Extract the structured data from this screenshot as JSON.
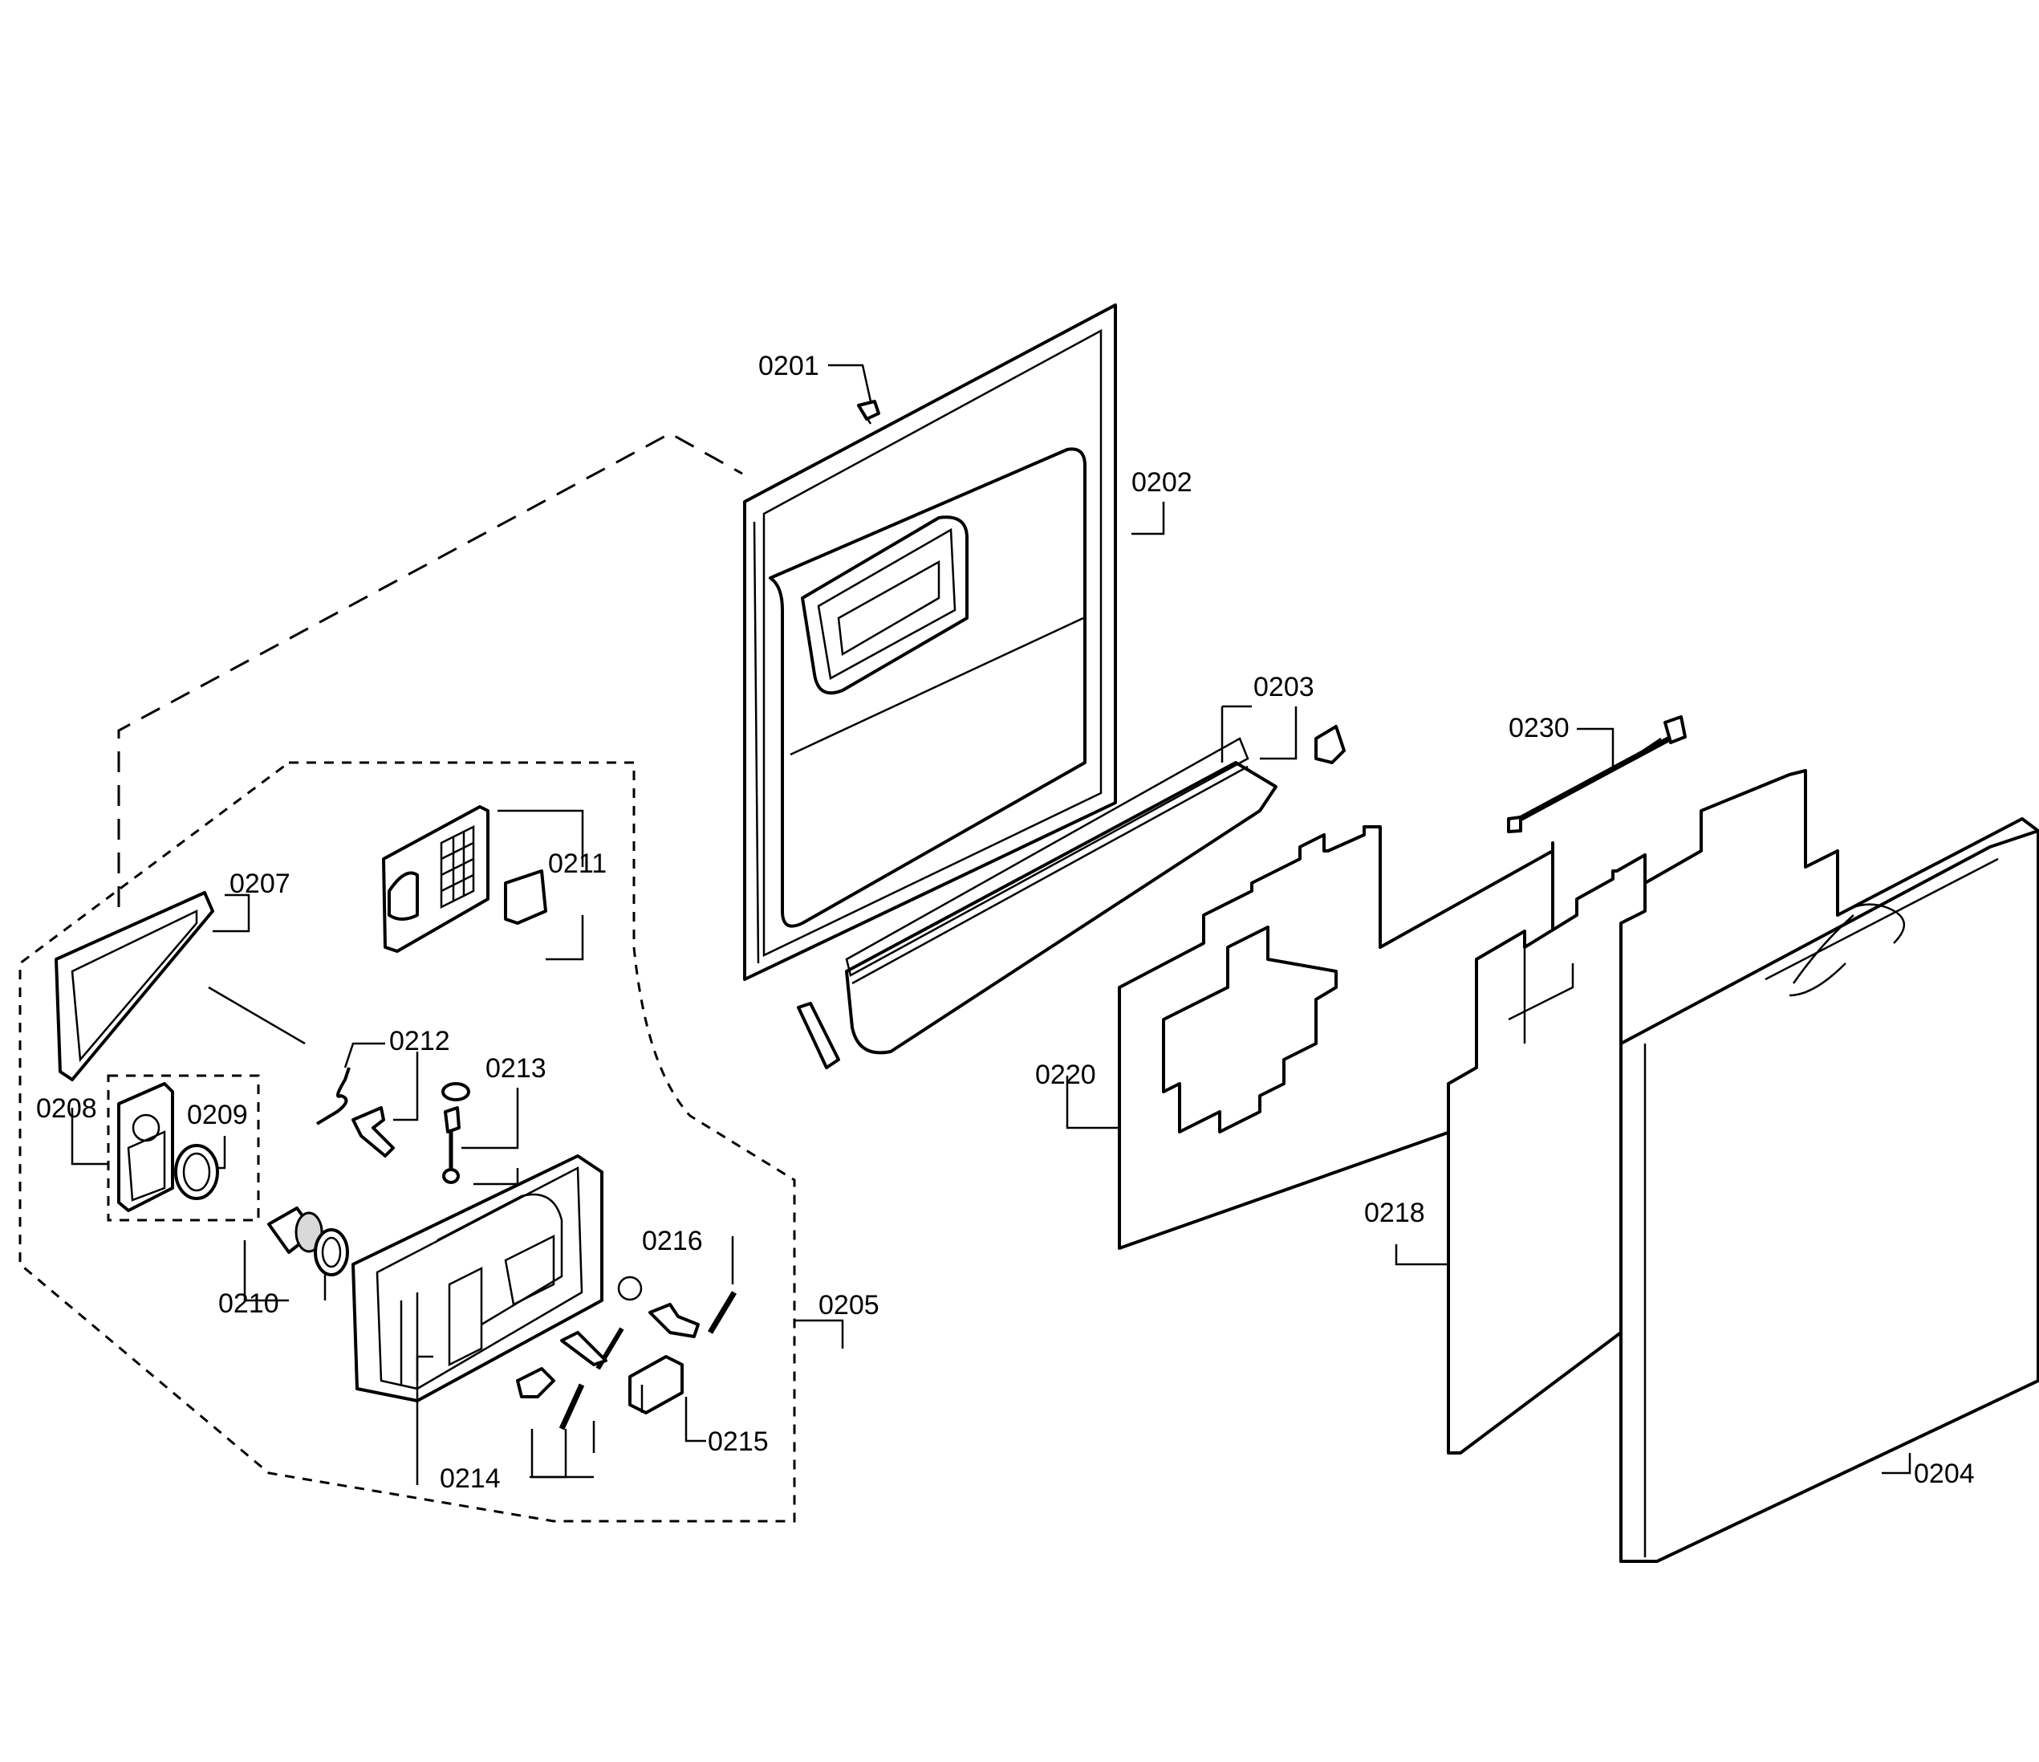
{
  "labels": {
    "p0201": "0201",
    "p0202": "0202",
    "p0203": "0203",
    "p0204": "0204",
    "p0205": "0205",
    "p0207": "0207",
    "p0208": "0208",
    "p0209": "0209",
    "p0210": "0210",
    "p0211": "0211",
    "p0212": "0212",
    "p0213": "0213",
    "p0214": "0214",
    "p0215": "0215",
    "p0216": "0216",
    "p0218": "0218",
    "p0220": "0220",
    "p0230": "0230"
  }
}
